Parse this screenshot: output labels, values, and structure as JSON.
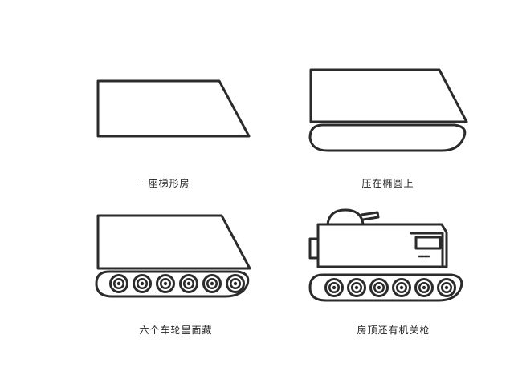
{
  "steps": [
    {
      "caption": "一座梯形房",
      "drawing": "trapezoid-house"
    },
    {
      "caption": "压在椭圆上",
      "drawing": "trapezoid-on-oval-track"
    },
    {
      "caption": "六个车轮里面藏",
      "drawing": "track-with-six-wheels"
    },
    {
      "caption": "房顶还有机关枪",
      "drawing": "tank-with-turret-gun"
    }
  ],
  "colors": {
    "stroke": "#2b2b2b",
    "background": "#ffffff"
  },
  "wheel_count": 6
}
